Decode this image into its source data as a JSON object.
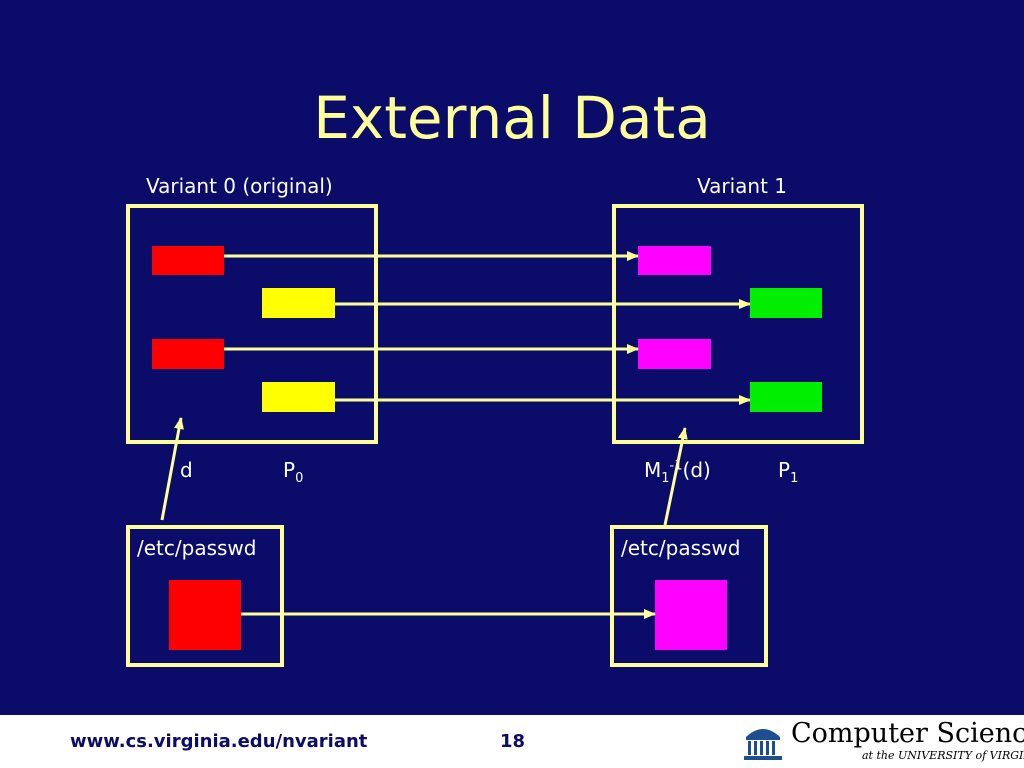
{
  "title": "External Data",
  "variants": {
    "left": {
      "label": "Variant 0 (original)"
    },
    "right": {
      "label": "Variant 1"
    }
  },
  "labels": {
    "d": "d",
    "p0_base": "P",
    "p0_sub": "0",
    "m_base": "M",
    "m_sub": "1",
    "m_sup": "-1",
    "m_rest": "(d)",
    "p1_base": "P",
    "p1_sub": "1"
  },
  "files": {
    "left": "/etc/passwd",
    "right": "/etc/passwd"
  },
  "colors": {
    "background": "#0b0b6a",
    "accent": "#ffff99",
    "red": "#ff0000",
    "yellow": "#ffff00",
    "magenta": "#ff00ff",
    "green": "#00ee00"
  },
  "footer": {
    "url": "www.cs.virginia.edu/nvariant",
    "page": "18",
    "logo_title": "Computer Science",
    "logo_subtitle": "at the UNIVERSITY of VIRGINIA",
    "logo_icon": "rotunda-icon"
  }
}
